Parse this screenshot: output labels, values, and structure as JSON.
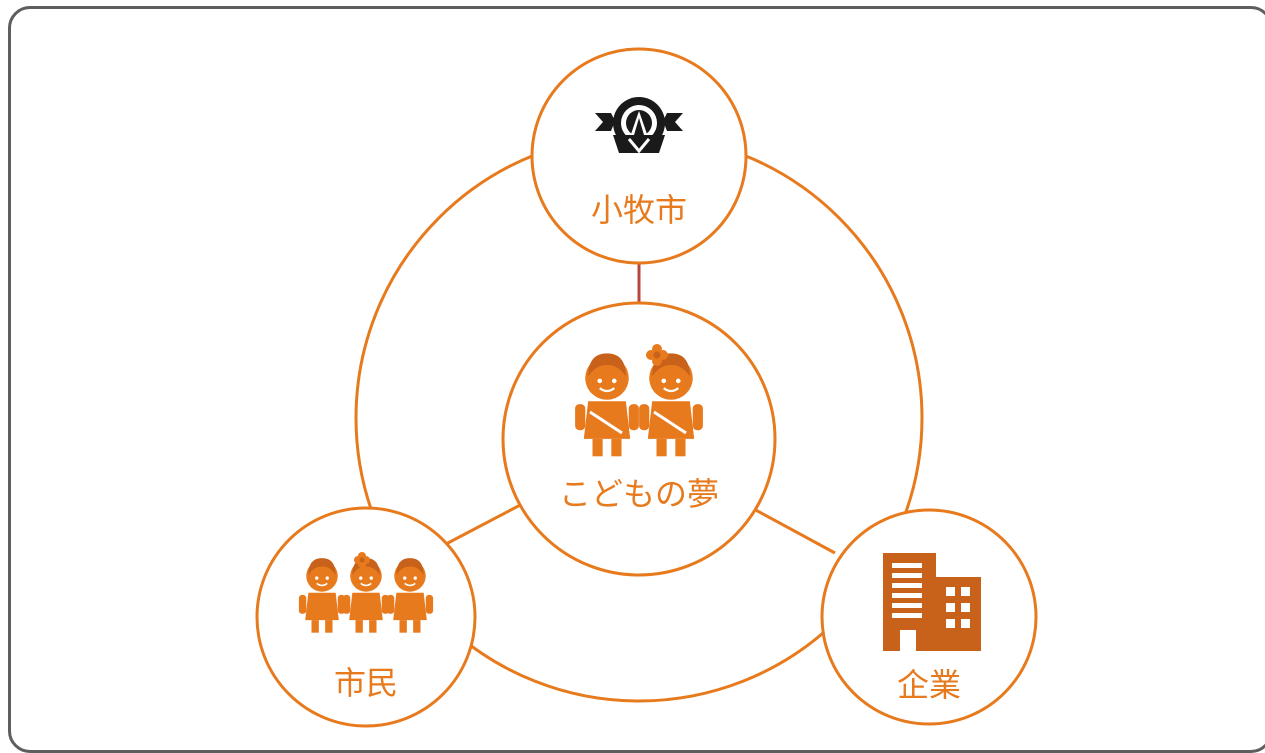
{
  "colors": {
    "accent": "#E87A1E",
    "dark_orange": "#C8611A",
    "connector_top": "#B5473E",
    "frame": "#5E5E5E",
    "emblem": "#1A1A1A"
  },
  "nodes": {
    "komaki_city": {
      "label": "小牧市",
      "icon": "city-emblem-icon"
    },
    "childrens_dream": {
      "label": "こどもの夢",
      "icon": "children-pair-icon"
    },
    "citizens": {
      "label": "市民",
      "icon": "three-children-icon"
    },
    "companies": {
      "label": "企業",
      "icon": "office-building-icon"
    }
  }
}
